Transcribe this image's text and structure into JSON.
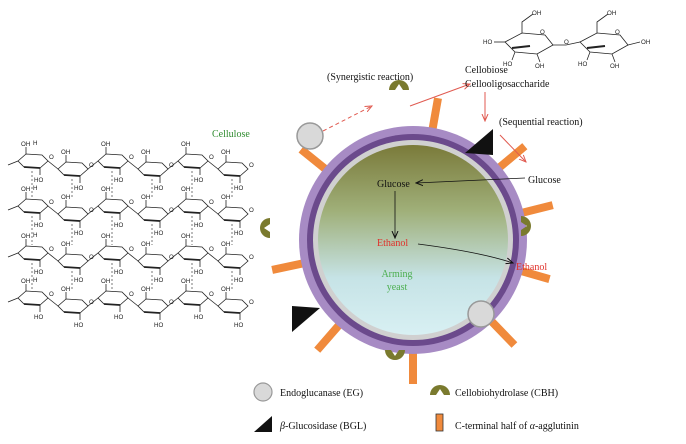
{
  "colors": {
    "cellulose_label": "#2e8b2e",
    "ethanol": "#e0302a",
    "arming_yeast": "#4caf50",
    "arrow_red": "#e05a50",
    "cbh": "#7a7a2e",
    "anchor": "#f08a3c",
    "eg_fill": "#d9d9d9",
    "membrane_outer": "#a78bc4",
    "membrane_inner": "#6b4a8c"
  },
  "labels": {
    "cellulose": "Cellulose",
    "synergistic": "(Synergistic reaction)",
    "sequential": "(Sequential reaction)",
    "cellobiose": "Cellobiose",
    "cellooligosaccharide": "Cellooligosaccharide",
    "glucose_outer": "Glucose",
    "glucose_inner": "Glucose",
    "ethanol_inner": "Ethanol",
    "ethanol_outer": "Ethanol",
    "arming_line1": "Arming",
    "arming_line2": "yeast"
  },
  "legend": {
    "eg": "Endoglucanase (EG)",
    "cbh": "Cellobiohydrolase (CBH)",
    "bgl_prefix": "β",
    "bgl_rest": "-Glucosidase (BGL)",
    "agg_prefix": "C-terminal half of ",
    "agg_alpha": "α",
    "agg_rest": "-agglutinin"
  },
  "chem": {
    "oh": "OH",
    "ho": "HO",
    "o": "O",
    "h": "H"
  }
}
